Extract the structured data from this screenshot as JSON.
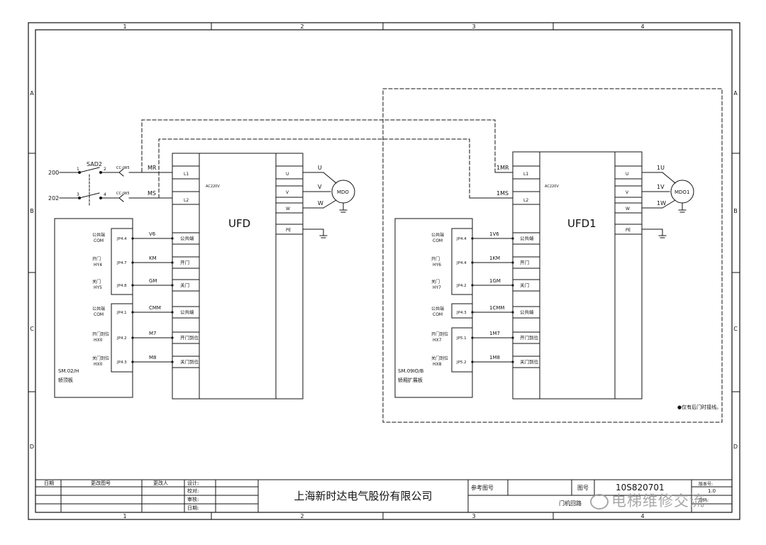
{
  "frame": {
    "zones_top": [
      "1",
      "2",
      "3",
      "4"
    ],
    "zones_side": [
      "A",
      "B",
      "C",
      "D"
    ]
  },
  "left_circuit": {
    "switch": "SAD2",
    "wire_a": "200",
    "wire_b": "202",
    "term_1": "1",
    "term_2": "2",
    "term_3": "3",
    "term_4": "4",
    "conn_a": "CC-JW5",
    "conn_b": "CC-JW5",
    "inv_name": "UFD",
    "inv_supply": "AC220V",
    "in_l1": "L1",
    "in_l2": "L2",
    "wire_l1": "MR",
    "wire_l2": "MS",
    "out_u": "U",
    "out_v": "V",
    "out_w": "W",
    "out_pe": "PE",
    "motor": "MDO",
    "board_name": "SM.02/H",
    "board_desc": "轿顶板",
    "ctrl_rows": [
      {
        "sig": "公共端",
        "sig2": "COM",
        "pin": "JP4.4",
        "wire": "V6",
        "fn": "公共端"
      },
      {
        "sig": "开门",
        "sig2": "HY4",
        "pin": "JP4.7",
        "wire": "KM",
        "fn": "开门"
      },
      {
        "sig": "关门",
        "sig2": "HY5",
        "pin": "JP4.8",
        "wire": "GM",
        "fn": "关门"
      },
      {
        "sig": "公共端",
        "sig2": "COM",
        "pin": "JP4.1",
        "wire": "CMM",
        "fn": "公共端"
      },
      {
        "sig": "开门到位",
        "sig2": "HX0",
        "pin": "JP4.2",
        "wire": "M7",
        "fn": "开门到位"
      },
      {
        "sig": "关门到位",
        "sig2": "HX0",
        "pin": "JP4.3",
        "wire": "M8",
        "fn": "关门到位"
      }
    ]
  },
  "right_circuit": {
    "inv_name": "UFD1",
    "inv_supply": "AC220V",
    "in_l1": "L1",
    "in_l2": "L2",
    "wire_l1": "1MR",
    "wire_l2": "1MS",
    "out_u": "U",
    "out_v": "V",
    "out_w": "W",
    "out_pe": "PE",
    "wire_u": "1U",
    "wire_v": "1V",
    "wire_w": "1W",
    "motor": "MDO1",
    "board_name": "SM.09IO/B",
    "board_desc": "轿厢扩展板",
    "note": "●仅有后门时接线。",
    "ctrl_rows": [
      {
        "sig": "公共端",
        "sig2": "COM",
        "pin": "JP4.4",
        "wire": "1V6",
        "fn": "公共端"
      },
      {
        "sig": "开门",
        "sig2": "HY6",
        "pin": "JP4.4",
        "wire": "1KM",
        "fn": "开门"
      },
      {
        "sig": "关门",
        "sig2": "HY7",
        "pin": "JP4.2",
        "wire": "1GM",
        "fn": "关门"
      },
      {
        "sig": "公共端",
        "sig2": "COM",
        "pin": "JP4.3",
        "wire": "1CMM",
        "fn": "公共端"
      },
      {
        "sig": "开门到位",
        "sig2": "HX7",
        "pin": "JP5.1",
        "wire": "1M7",
        "fn": "开门到位"
      },
      {
        "sig": "关门到位",
        "sig2": "HX8",
        "pin": "JP5.2",
        "wire": "1M8",
        "fn": "关门到位"
      }
    ]
  },
  "title_block": {
    "col_date": "日期",
    "col_change_no": "更改图号",
    "col_changer": "更改人",
    "design": "设计:",
    "check": "校对:",
    "review": "审核:",
    "date": "日期:",
    "company": "上海新时达电气股份有限公司",
    "ref_label": "参考图号",
    "drawing_label": "图号",
    "drawing_no": "10S820701",
    "version_label": "版本号:",
    "version": "1.0",
    "page_label": "页码:",
    "drawing_title": "门机回路"
  },
  "watermark": "电梯维修交流"
}
